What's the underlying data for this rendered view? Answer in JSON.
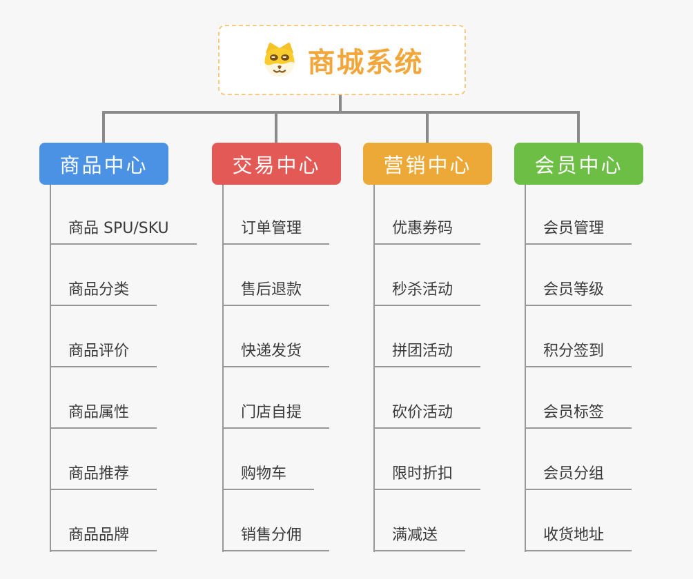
{
  "page": {
    "background": "#f7f7f7",
    "connector_color": "#8a8a8a"
  },
  "root": {
    "title": "商城系统",
    "icon": "dog-face-icon",
    "title_color": "#f1a73c",
    "border_color": "#f6cb81"
  },
  "branches": [
    {
      "label": "商品中心",
      "color": "#4b92e5",
      "items": [
        "商品 SPU/SKU",
        "商品分类",
        "商品评价",
        "商品属性",
        "商品推荐",
        "商品品牌"
      ]
    },
    {
      "label": "交易中心",
      "color": "#e35955",
      "items": [
        "订单管理",
        "售后退款",
        "快递发货",
        "门店自提",
        "购物车",
        "销售分佣"
      ]
    },
    {
      "label": "营销中心",
      "color": "#eca937",
      "items": [
        "优惠券码",
        "秒杀活动",
        "拼团活动",
        "砍价活动",
        "限时折扣",
        "满减送"
      ]
    },
    {
      "label": "会员中心",
      "color": "#6cbe45",
      "items": [
        "会员管理",
        "会员等级",
        "积分签到",
        "会员标签",
        "会员分组",
        "收货地址"
      ]
    }
  ]
}
